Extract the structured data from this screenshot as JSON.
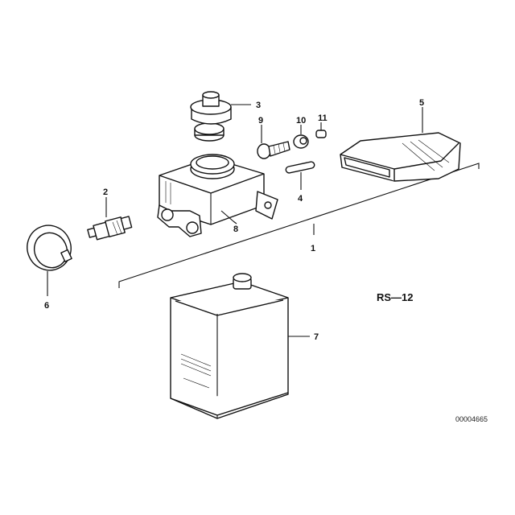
{
  "diagram": {
    "parts": [
      {
        "id": "1",
        "label": "1",
        "name": "brake-fluid-reservoir-assembly"
      },
      {
        "id": "2",
        "label": "2",
        "name": "brake-fluid-level-sensor"
      },
      {
        "id": "3",
        "label": "3",
        "name": "reservoir-cap"
      },
      {
        "id": "4",
        "label": "4",
        "name": "pin"
      },
      {
        "id": "5",
        "label": "5",
        "name": "filter-bag"
      },
      {
        "id": "6",
        "label": "6",
        "name": "hose-clamp"
      },
      {
        "id": "7",
        "label": "7",
        "name": "brake-fluid-can"
      },
      {
        "id": "8",
        "label": "8",
        "name": "expansion-tank"
      },
      {
        "id": "9",
        "label": "9",
        "name": "screw"
      },
      {
        "id": "10",
        "label": "10",
        "name": "nut"
      },
      {
        "id": "11",
        "label": "11",
        "name": "cap-nut"
      }
    ],
    "reference_tag": "RS—12",
    "document_number": "00004665"
  }
}
